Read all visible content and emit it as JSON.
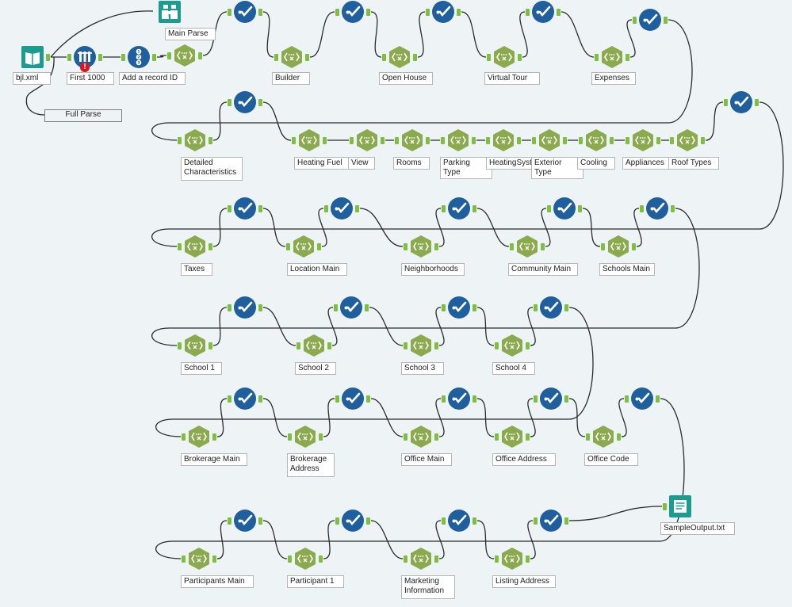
{
  "colors": {
    "background": "#eef3f6",
    "wire": "#2b2b2b",
    "parse_tool": "#8ba94d",
    "select_tool": "#1f5f9e",
    "io_tool": "#1c9b8f",
    "anchor": "#7fbf3f",
    "error": "#e0141e"
  },
  "comment": {
    "full_parse": "Full Parse"
  },
  "tools": [
    {
      "id": "t_bjl",
      "type": "input",
      "label": "bjl.xml"
    },
    {
      "id": "t_first",
      "type": "sample",
      "label": "First 1000",
      "error": true
    },
    {
      "id": "t_record",
      "type": "recordid",
      "label": "Add a record ID"
    },
    {
      "id": "t_browse",
      "type": "browse",
      "label": "Main Parse"
    },
    {
      "id": "t_p0",
      "type": "parse",
      "label": ""
    },
    {
      "id": "t_s0",
      "type": "select",
      "label": ""
    },
    {
      "id": "t_builder",
      "type": "parse",
      "label": "Builder"
    },
    {
      "id": "t_s1",
      "type": "select",
      "label": ""
    },
    {
      "id": "t_openhouse",
      "type": "parse",
      "label": "Open House"
    },
    {
      "id": "t_s2",
      "type": "select",
      "label": ""
    },
    {
      "id": "t_virtual",
      "type": "parse",
      "label": "Virtual Tour"
    },
    {
      "id": "t_s3",
      "type": "select",
      "label": ""
    },
    {
      "id": "t_expenses",
      "type": "parse",
      "label": "Expenses"
    },
    {
      "id": "t_s4",
      "type": "select",
      "label": ""
    },
    {
      "id": "t_detailed",
      "type": "parse",
      "label": "Detailed Characteristics"
    },
    {
      "id": "t_s5",
      "type": "select",
      "label": ""
    },
    {
      "id": "t_heatfuel",
      "type": "parse",
      "label": "Heating Fuel"
    },
    {
      "id": "t_view",
      "type": "parse",
      "label": "View"
    },
    {
      "id": "t_rooms",
      "type": "parse",
      "label": "Rooms"
    },
    {
      "id": "t_parking",
      "type": "parse",
      "label": "Parking Type"
    },
    {
      "id": "t_heatsys",
      "type": "parse",
      "label": "HeatingSyste"
    },
    {
      "id": "t_exterior",
      "type": "parse",
      "label": "Exterior Type"
    },
    {
      "id": "t_cooling",
      "type": "parse",
      "label": "Cooling"
    },
    {
      "id": "t_appliances",
      "type": "parse",
      "label": "Appliances"
    },
    {
      "id": "t_roof",
      "type": "parse",
      "label": "Roof Types"
    },
    {
      "id": "t_s6",
      "type": "select",
      "label": ""
    },
    {
      "id": "t_taxes",
      "type": "parse",
      "label": "Taxes"
    },
    {
      "id": "t_s7",
      "type": "select",
      "label": ""
    },
    {
      "id": "t_locmain",
      "type": "parse",
      "label": "Location Main"
    },
    {
      "id": "t_s8",
      "type": "select",
      "label": ""
    },
    {
      "id": "t_neigh",
      "type": "parse",
      "label": "Neighborhoods"
    },
    {
      "id": "t_s9",
      "type": "select",
      "label": ""
    },
    {
      "id": "t_community",
      "type": "parse",
      "label": "Community Main"
    },
    {
      "id": "t_s10",
      "type": "select",
      "label": ""
    },
    {
      "id": "t_schoolsmain",
      "type": "parse",
      "label": "Schools Main"
    },
    {
      "id": "t_s11",
      "type": "select",
      "label": ""
    },
    {
      "id": "t_school1",
      "type": "parse",
      "label": "School 1"
    },
    {
      "id": "t_s12",
      "type": "select",
      "label": ""
    },
    {
      "id": "t_school2",
      "type": "parse",
      "label": "School 2"
    },
    {
      "id": "t_s13",
      "type": "select",
      "label": ""
    },
    {
      "id": "t_school3",
      "type": "parse",
      "label": "School 3"
    },
    {
      "id": "t_s14",
      "type": "select",
      "label": ""
    },
    {
      "id": "t_school4",
      "type": "parse",
      "label": "School 4"
    },
    {
      "id": "t_s15",
      "type": "select",
      "label": ""
    },
    {
      "id": "t_brokmain",
      "type": "parse",
      "label": "Brokerage Main"
    },
    {
      "id": "t_s16",
      "type": "select",
      "label": ""
    },
    {
      "id": "t_brokaddr",
      "type": "parse",
      "label": "Brokerage Address"
    },
    {
      "id": "t_s17",
      "type": "select",
      "label": ""
    },
    {
      "id": "t_officemain",
      "type": "parse",
      "label": "Office Main"
    },
    {
      "id": "t_s18",
      "type": "select",
      "label": ""
    },
    {
      "id": "t_officeaddr",
      "type": "parse",
      "label": "Office Address"
    },
    {
      "id": "t_s19",
      "type": "select",
      "label": ""
    },
    {
      "id": "t_officecode",
      "type": "parse",
      "label": "Office Code"
    },
    {
      "id": "t_s20",
      "type": "select",
      "label": ""
    },
    {
      "id": "t_partmain",
      "type": "parse",
      "label": "Participants Main"
    },
    {
      "id": "t_s21",
      "type": "select",
      "label": ""
    },
    {
      "id": "t_part1",
      "type": "parse",
      "label": "Participant 1"
    },
    {
      "id": "t_s22",
      "type": "select",
      "label": ""
    },
    {
      "id": "t_marketing",
      "type": "parse",
      "label": "Marketing Information"
    },
    {
      "id": "t_s23",
      "type": "select",
      "label": ""
    },
    {
      "id": "t_listaddr",
      "type": "parse",
      "label": "Listing Address"
    },
    {
      "id": "t_s24",
      "type": "select",
      "label": ""
    },
    {
      "id": "t_output",
      "type": "output",
      "label": "SampleOutput.txt"
    }
  ]
}
